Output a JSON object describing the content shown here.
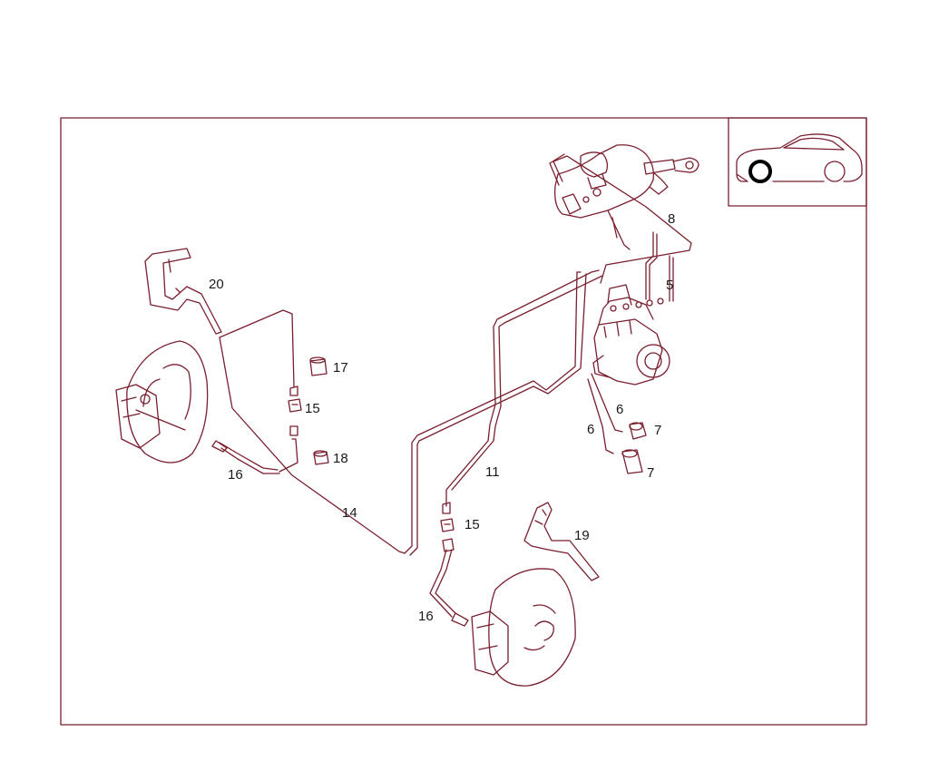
{
  "colors": {
    "line": "#7a1f2e",
    "label": "#1a1a1a",
    "highlight": "#000000",
    "background": "#ffffff"
  },
  "callouts": {
    "front_left_bracket": "20",
    "left_caliper_hose": "16",
    "plug_upper": "17",
    "clip_upper": "15",
    "plug_lower": "18",
    "brake_line_left": "14",
    "brake_line_right": "11",
    "clip_lower": "15",
    "right_hose": "16",
    "right_bracket": "19",
    "hydraulic_unit_line": "5",
    "master_cylinder_line": "8",
    "line_upper": "6",
    "line_lower": "6",
    "cap_upper": "7",
    "cap_lower": "7"
  },
  "inset": {
    "icon": "car-front-axle-location-icon"
  }
}
